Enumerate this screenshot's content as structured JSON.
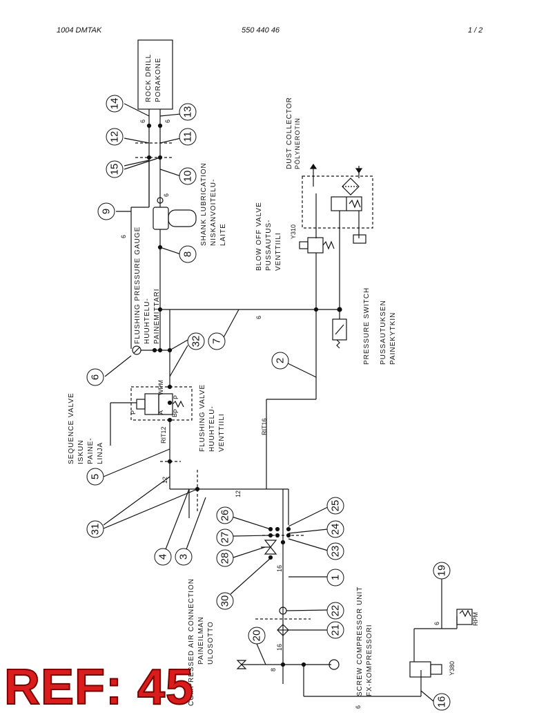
{
  "header": {
    "left": "1004 DMTAK",
    "center": "550 440 46",
    "right": "1 /  2"
  },
  "ref_label": "REF: 45",
  "colors": {
    "line": "#111111",
    "ref": "#d91c1c"
  },
  "labels": [
    {
      "id": "rock-drill",
      "lines": [
        "ROCK DRILL",
        "PORAKONE"
      ]
    },
    {
      "id": "dust-collector",
      "lines": [
        "DUST COLLECTOR",
        "PÖLYNEROTIN"
      ]
    },
    {
      "id": "shank-lubrication",
      "lines": [
        "SHANK LUBRICATION",
        "NISKANVOITELU-",
        "LAITE"
      ]
    },
    {
      "id": "blow-off-valve",
      "lines": [
        "BLOW OFF VALVE",
        "PUSSAUTUS-",
        "VENTTIILI"
      ]
    },
    {
      "id": "flushing-pressure-gauge",
      "lines": [
        "FLUSHING PRESSURE GAUGE",
        "HUUHTELU-",
        "PAINEMITTARI"
      ]
    },
    {
      "id": "pressure-switch",
      "lines": [
        "PRESSURE SWITCH",
        "PUSSAUTUKSEN",
        "PAINEKYTKIN"
      ]
    },
    {
      "id": "sequence-valve",
      "lines": [
        "SEQUENCE VALVE",
        "ISKUN",
        "PAINE-",
        "LINJA"
      ]
    },
    {
      "id": "flushing-valve",
      "lines": [
        "FLUSHING VALVE",
        "HUUHTELU-",
        "VENTTIILI"
      ]
    },
    {
      "id": "compressed-air-connection",
      "lines": [
        "COMPRESSED AIR CONNECTION",
        "PAINEILMAN",
        "ULOSOTTO"
      ]
    },
    {
      "id": "screw-compressor-unit",
      "lines": [
        "SCREW COMPRESSOR UNIT",
        "FX-KOMPRESSORI"
      ]
    }
  ],
  "small_labels": {
    "rit12": "RIT12",
    "rit16": "RIT16",
    "y310": "Y310",
    "y380": "Y380",
    "rpm": "RPM",
    "wpm": "WPM",
    "p": "P",
    "a": "A",
    "b": "B",
    "dia6": "6",
    "dia8": "8",
    "dia12": "12",
    "dia16": "16"
  },
  "callouts": [
    "1",
    "2",
    "3",
    "4",
    "5",
    "6",
    "7",
    "8",
    "9",
    "10",
    "11",
    "12",
    "13",
    "14",
    "15",
    "16",
    "19",
    "20",
    "21",
    "22",
    "23",
    "24",
    "25",
    "26",
    "27",
    "28",
    "30",
    "31",
    "32"
  ]
}
